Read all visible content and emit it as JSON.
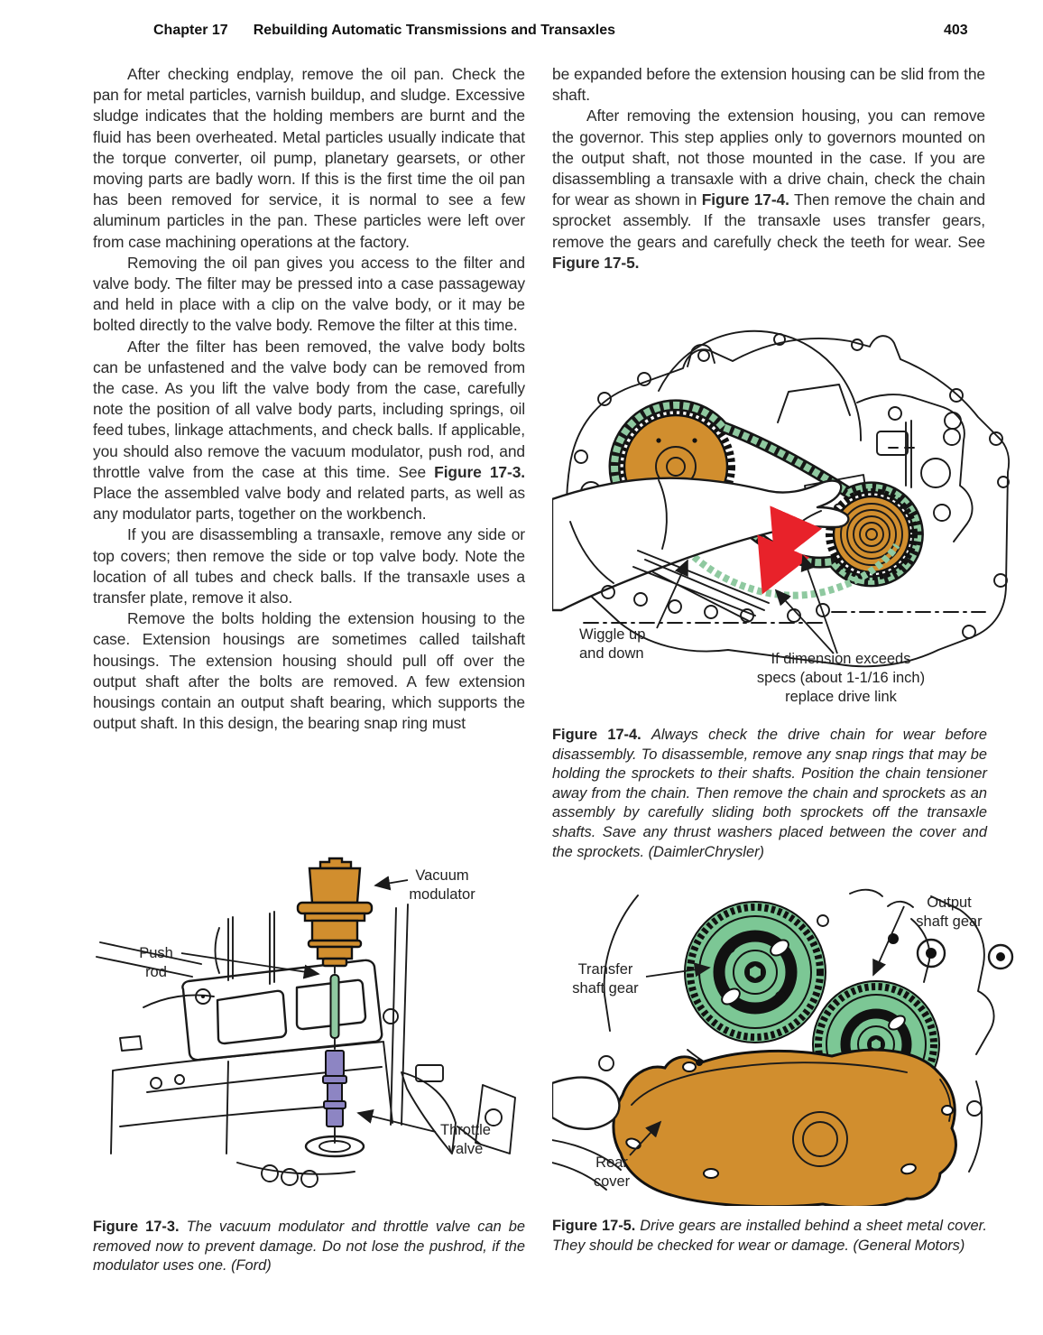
{
  "header": {
    "chapter": "Chapter 17",
    "title": "Rebuilding Automatic Transmissions and Transaxles",
    "page_number": "403"
  },
  "left_column": {
    "paragraphs": [
      [
        {
          "t": "After checking endplay, remove the oil pan. Check the pan for metal particles, varnish buildup, and sludge. Excessive sludge indicates that the holding members are burnt and the fluid has been overheated. Metal particles usually indicate that the torque converter, oil pump, planetary gearsets, or other moving parts are badly worn. If this is the first time the oil pan has been removed for service, it is normal to see a few aluminum particles in the pan. These particles were left over from case machining operations at the factory."
        }
      ],
      [
        {
          "t": "Removing the oil pan gives you access to the filter and valve body. The filter may be pressed into a case passageway and held in place with a clip on the valve body, or it may be bolted directly to the valve body. Remove the filter at this time."
        }
      ],
      [
        {
          "t": "After the filter has been removed, the valve body bolts can be unfastened and the valve body can be removed from the case. As you lift the valve body from the case, carefully note the position of all valve body parts, including springs, oil feed tubes, linkage attachments, and check balls. If applicable, you should also remove the vacuum modulator, push rod, and throttle valve from the case at this time. See "
        },
        {
          "t": "Figure 17-3.",
          "b": true
        },
        {
          "t": " Place the assembled valve body and related parts, as well as any modulator parts, together on the workbench."
        }
      ],
      [
        {
          "t": "If you are disassembling a transaxle, remove any side or top covers; then remove the side or top valve body. Note the location of all tubes and check balls. If the transaxle uses a transfer plate, remove it also."
        }
      ],
      [
        {
          "t": "Remove the bolts holding the extension housing to the case. Extension housings are sometimes called tailshaft housings. The extension housing should pull off over the output shaft after the bolts are removed. A few extension housings contain an output shaft bearing, which supports the output shaft. In this design, the bearing snap ring must"
        }
      ]
    ]
  },
  "right_column": {
    "paragraphs": [
      [
        {
          "t": "be expanded before the extension housing can be slid from the shaft."
        }
      ],
      [
        {
          "t": "After removing the extension housing, you can remove the governor. This step applies only to governors mounted on the output shaft, not those mounted in the case. If you are disassembling a transaxle with a drive chain, check the chain for wear as shown in "
        },
        {
          "t": "Figure 17-4.",
          "b": true
        },
        {
          "t": " Then remove the chain and sprocket assembly. If the transaxle uses transfer gears, remove the gears and carefully check the teeth for wear. See "
        },
        {
          "t": "Figure 17-5.",
          "b": true
        }
      ]
    ]
  },
  "figures": {
    "fig17_3": {
      "labels": {
        "vacuum_modulator": "Vacuum\nmodulator",
        "push_rod": "Push\nrod",
        "throttle_valve": "Throttle\nvalve"
      },
      "caption": [
        {
          "t": "Figure 17-3. ",
          "b": true
        },
        {
          "t": "The vacuum modulator and throttle valve can be removed now to prevent damage. Do not lose the pushrod, if the modulator uses one. (Ford)",
          "i": true
        }
      ]
    },
    "fig17_4": {
      "labels": {
        "wiggle": "Wiggle up\nand down",
        "dimension": "If dimension exceeds\nspecs (about 1-1/16 inch)\nreplace drive link"
      },
      "caption": [
        {
          "t": "Figure 17-4. ",
          "b": true
        },
        {
          "t": "Always check the drive chain for wear before disassembly. To disassemble, remove any snap rings that may be holding the sprockets to their shafts. Position the chain tensioner away from the chain. Then remove the chain and sprockets as an assembly by carefully sliding both sprockets off the transaxle shafts. Save any thrust washers placed between the cover and the sprockets. (DaimlerChrysler)",
          "i": true
        }
      ]
    },
    "fig17_5": {
      "labels": {
        "output_shaft_gear": "Output\nshaft gear",
        "transfer_shaft_gear": "Transfer\nshaft gear",
        "rear_cover": "Rear\ncover"
      },
      "caption": [
        {
          "t": "Figure 17-5. ",
          "b": true
        },
        {
          "t": "Drive gears are installed behind a sheet metal cover. They should be checked for wear or damage. (General Motors)",
          "i": true
        }
      ]
    }
  },
  "colors": {
    "sprocket-orange": "#D18E2E",
    "chain-green": "#8FC9A0",
    "gear-green": "#7CC795",
    "arrow-red": "#E8222A",
    "valve-purple": "#8D85C3",
    "rod-green": "#8FC9A0"
  }
}
